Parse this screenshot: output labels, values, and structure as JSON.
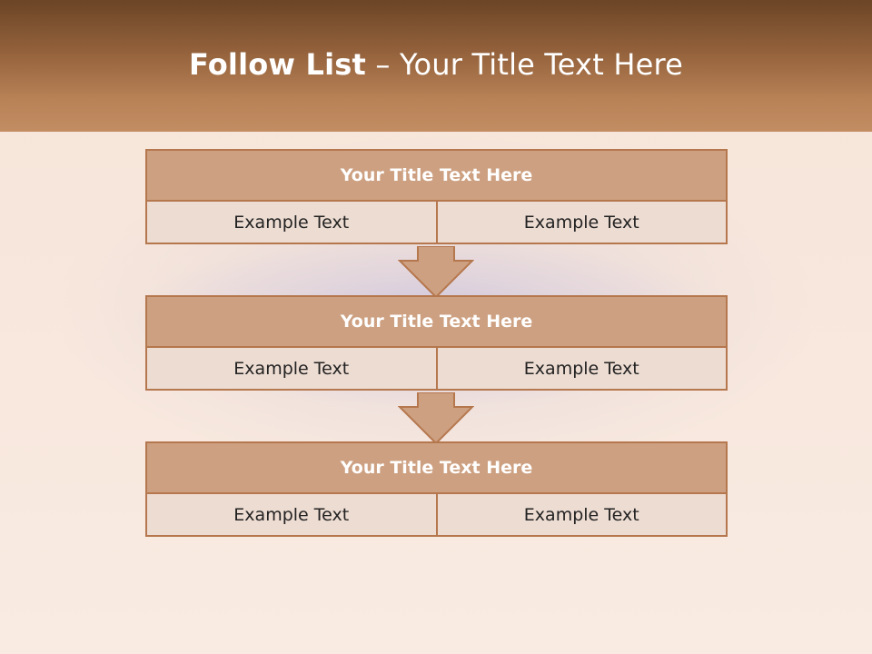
{
  "header": {
    "title_strong": "Follow List",
    "title_rest": " – Your Title Text Here"
  },
  "colors": {
    "header_top": "#6b4526",
    "header_bottom": "#c38d63",
    "box_title_fill": "#cda081",
    "box_cell_fill": "#eddcd2",
    "box_border": "#b5774d",
    "arrow_fill": "#cda081"
  },
  "blocks": [
    {
      "title": "Your Title Text Here",
      "left_text": "Example Text",
      "right_text": "Example Text"
    },
    {
      "title": "Your Title Text Here",
      "left_text": "Example Text",
      "right_text": "Example Text"
    },
    {
      "title": "Your Title Text Here",
      "left_text": "Example Text",
      "right_text": "Example Text"
    }
  ],
  "arrows": [
    {
      "icon": "down-arrow-icon"
    },
    {
      "icon": "down-arrow-icon"
    }
  ]
}
